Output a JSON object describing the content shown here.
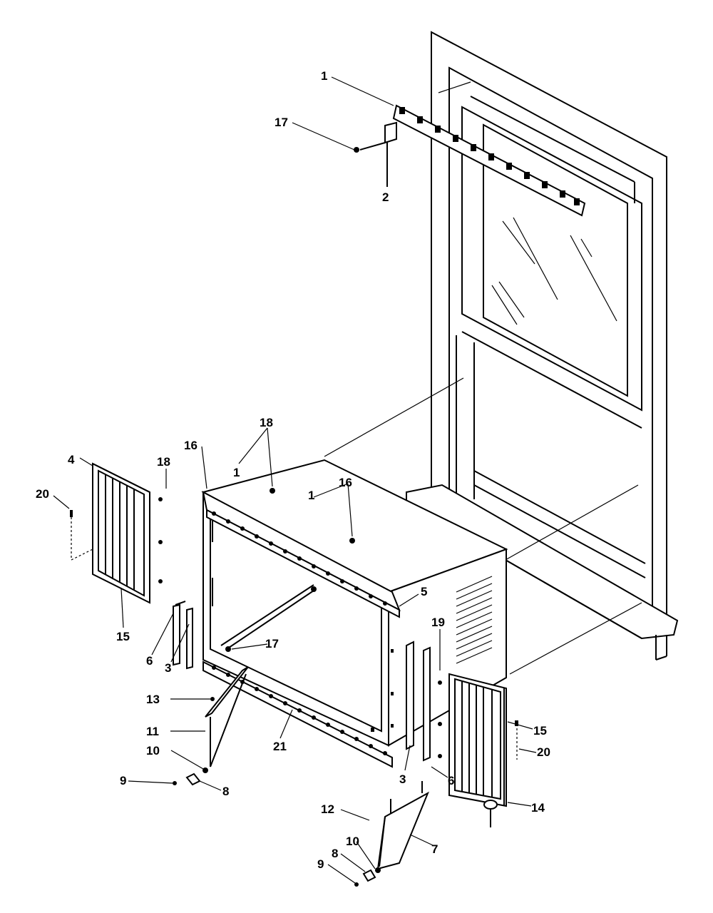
{
  "callouts": {
    "c1a": "1",
    "c17a": "17",
    "c2": "2",
    "c18a": "18",
    "c1b": "1",
    "c16a": "16",
    "c1c": "1",
    "c16b": "16",
    "c4": "4",
    "c18b": "18",
    "c20a": "20",
    "c5": "5",
    "c15a": "15",
    "c6a": "6",
    "c3a": "3",
    "c17b": "17",
    "c19": "19",
    "c13": "13",
    "c15b": "15",
    "c20b": "20",
    "c11": "11",
    "c21": "21",
    "c10a": "10",
    "c3b": "3",
    "c6b": "6",
    "c9a": "9",
    "c8a": "8",
    "c14": "14",
    "c12": "12",
    "c7": "7",
    "c10b": "10",
    "c8b": "8",
    "c9b": "9"
  }
}
